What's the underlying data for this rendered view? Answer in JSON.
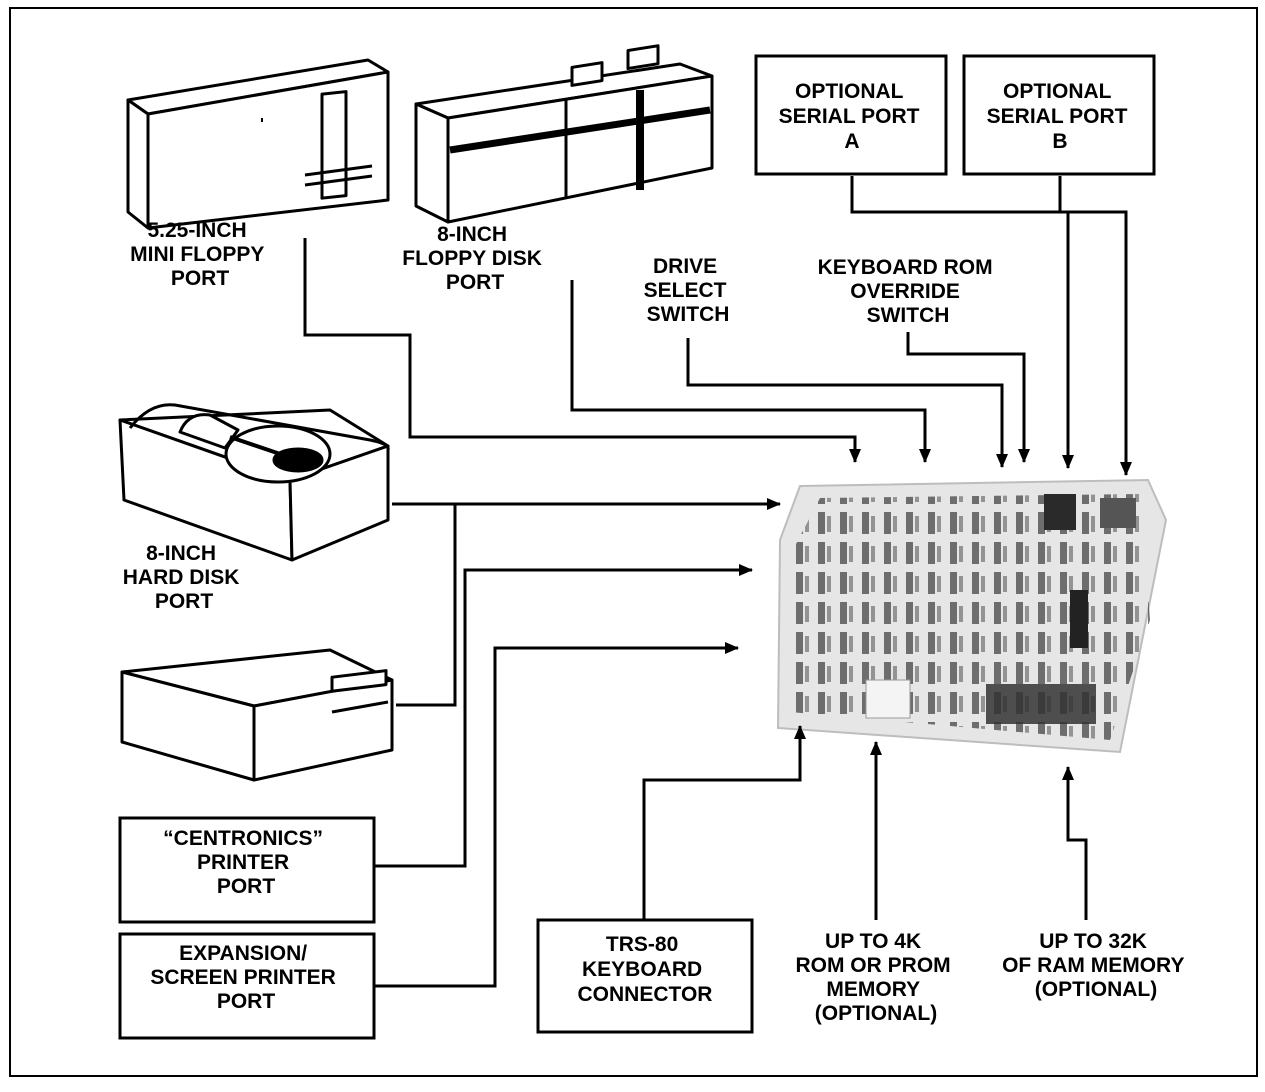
{
  "labels": {
    "mini_floppy": [
      "5.25-INCH",
      "MINI FLOPPY",
      "PORT"
    ],
    "eight_floppy": [
      "8-INCH",
      "FLOPPY DISK",
      "PORT"
    ],
    "hard_disk": [
      "8-INCH",
      "HARD DISK",
      "PORT"
    ],
    "drive_select": [
      "DRIVE",
      "SELECT",
      "SWITCH"
    ],
    "keyboard_rom": [
      "KEYBOARD ROM",
      "OVERRIDE",
      "SWITCH"
    ],
    "serial_a": [
      "OPTIONAL",
      "SERIAL PORT",
      "A"
    ],
    "serial_b": [
      "OPTIONAL",
      "SERIAL PORT",
      "B"
    ],
    "centronics": [
      "“CENTRONICS”",
      "PRINTER",
      "PORT"
    ],
    "expansion": [
      "EXPANSION/",
      "SCREEN PRINTER",
      "PORT"
    ],
    "keyboard_conn": [
      "TRS-80",
      "KEYBOARD",
      "CONNECTOR"
    ],
    "rom_memory": [
      "UP TO 4K",
      "ROM OR PROM",
      "MEMORY",
      "(OPTIONAL)"
    ],
    "ram_memory": [
      "UP TO 32K",
      "OF RAM MEMORY",
      "(OPTIONAL)"
    ]
  },
  "colors": {
    "ink": "#000000",
    "paper": "#ffffff",
    "board": "#d4d4d4",
    "chip": "#3a3a3a"
  }
}
